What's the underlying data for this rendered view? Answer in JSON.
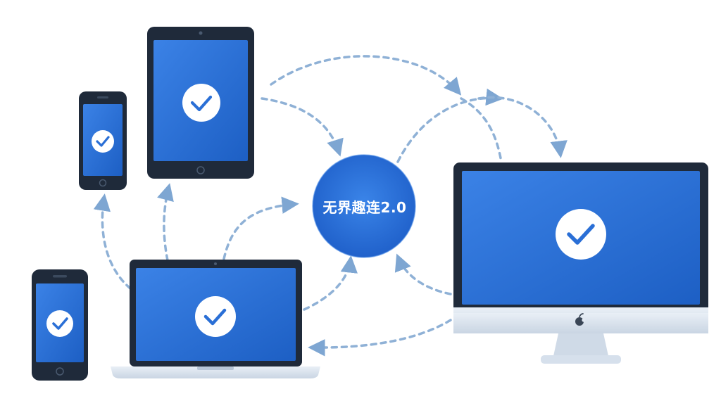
{
  "hub": {
    "label": "无界趣连2.0"
  },
  "devices": [
    {
      "kind": "phone-small",
      "state": "connected"
    },
    {
      "kind": "tablet",
      "state": "connected"
    },
    {
      "kind": "phone",
      "state": "connected"
    },
    {
      "kind": "laptop",
      "state": "connected"
    },
    {
      "kind": "desktop-monitor",
      "state": "connected"
    }
  ],
  "icons": {
    "status": "check-circle-icon",
    "brand": "apple-logo-icon"
  },
  "colors": {
    "screen_blue": "#2a6fd6",
    "hub_blue": "#2d72d8",
    "bezel": "#1f2a3a",
    "arrow": "#8fb1d6",
    "silver": "#d9e3ef"
  }
}
